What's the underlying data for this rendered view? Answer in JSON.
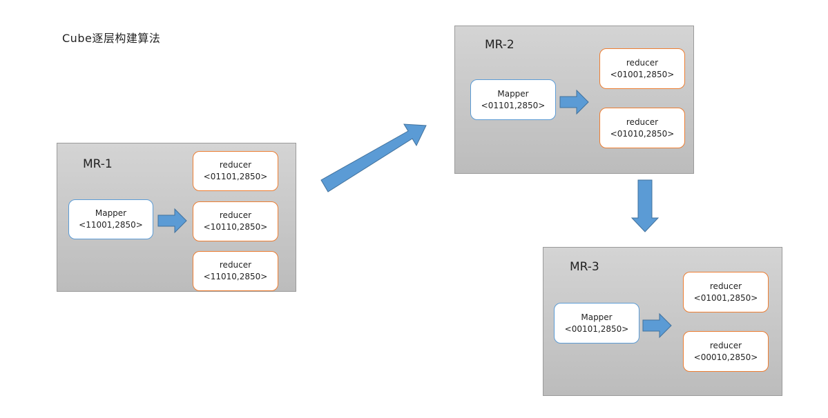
{
  "title": "Cube逐层构建算法",
  "colors": {
    "mapper_border": "#5b9bd5",
    "reducer_border": "#ed7d31",
    "arrow": "#5b9bd5"
  },
  "stages": [
    {
      "label": "MR-1",
      "mapper": {
        "name": "Mapper",
        "key": "<11001,2850>"
      },
      "reducers": [
        {
          "name": "reducer",
          "key": "<01101,2850>"
        },
        {
          "name": "reducer",
          "key": "<10110,2850>"
        },
        {
          "name": "reducer",
          "key": "<11010,2850>"
        }
      ]
    },
    {
      "label": "MR-2",
      "mapper": {
        "name": "Mapper",
        "key": "<01101,2850>"
      },
      "reducers": [
        {
          "name": "reducer",
          "key": "<01001,2850>"
        },
        {
          "name": "reducer",
          "key": "<01010,2850>"
        }
      ]
    },
    {
      "label": "MR-3",
      "mapper": {
        "name": "Mapper",
        "key": "<00101,2850>"
      },
      "reducers": [
        {
          "name": "reducer",
          "key": "<01001,2850>"
        },
        {
          "name": "reducer",
          "key": "<00010,2850>"
        }
      ]
    }
  ]
}
